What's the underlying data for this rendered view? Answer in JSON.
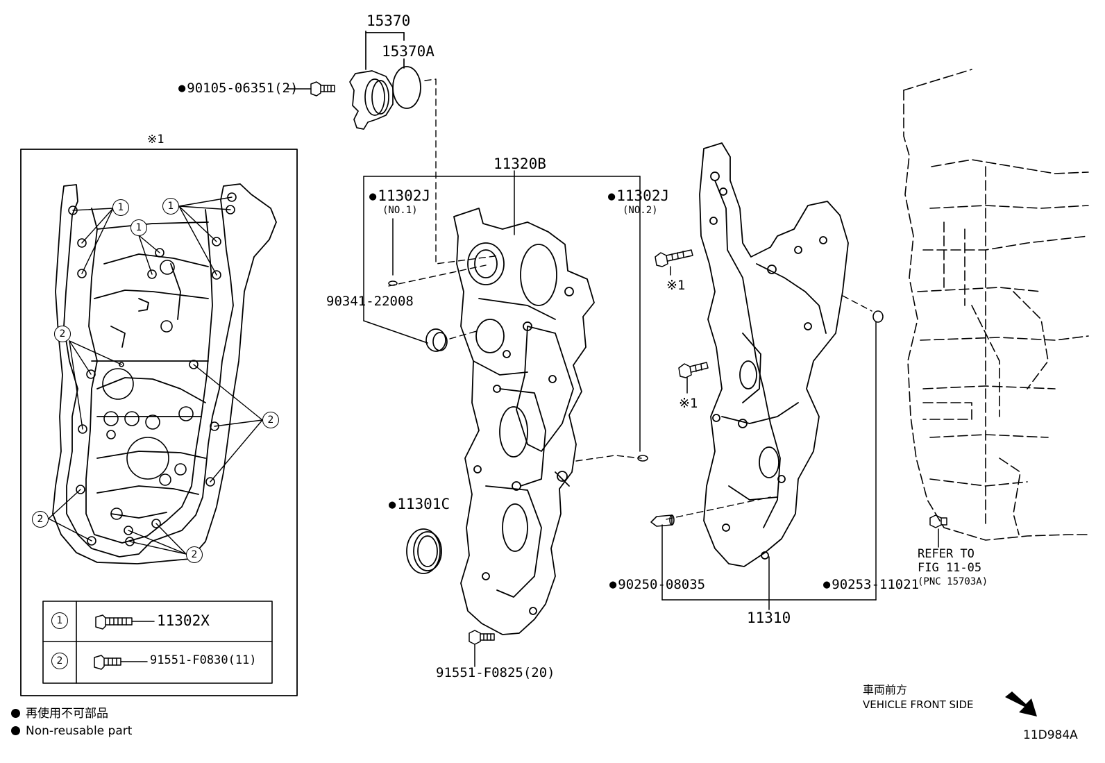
{
  "note_symbol": "※1",
  "parts": {
    "p15370": "15370",
    "p15370A": "15370A",
    "p90105": "90105-06351(2)",
    "p11320B": "11320B",
    "p11302J_1": "11302J",
    "p11302J_1_sub": "(NO.1)",
    "p11302J_2": "11302J",
    "p11302J_2_sub": "(NO.2)",
    "p90341": "90341-22008",
    "p11301C": "11301C",
    "p91551_F0825": "91551-F0825(20)",
    "p90250": "90250-08035",
    "p90253": "90253-11021",
    "p11310": "11310",
    "note_a": "※1",
    "note_b": "※1"
  },
  "refer": {
    "line1": "REFER TO",
    "line2": "FIG 11-05",
    "line3": "(PNC 15703A)"
  },
  "inset": {
    "title": "※1",
    "callout_1": "1",
    "callout_2": "2",
    "table": [
      {
        "key": "1",
        "part": "11302X"
      },
      {
        "key": "2",
        "part": "91551-F0830(11)"
      }
    ]
  },
  "legend": {
    "jp": "再使用不可部品",
    "en": "Non-reusable part"
  },
  "direction": {
    "jp": "車両前方",
    "en": "VEHICLE FRONT SIDE"
  },
  "figure_id": "11D984A"
}
